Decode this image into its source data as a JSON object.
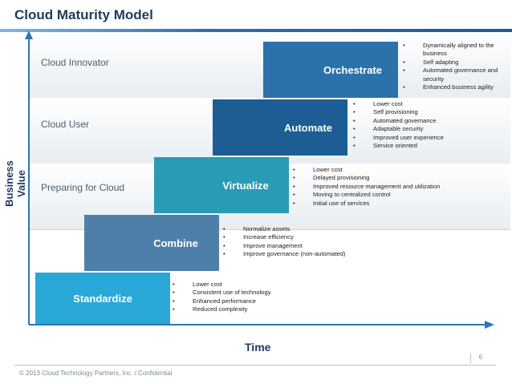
{
  "title": "Cloud Maturity Model",
  "y_axis_label": "Business Value",
  "x_axis_label": "Time",
  "bands": [
    {
      "label": "Cloud Innovator"
    },
    {
      "label": "Cloud User"
    },
    {
      "label": "Preparing for Cloud"
    }
  ],
  "steps": [
    {
      "label": "Standardize",
      "color": "#29a8d8",
      "bullets": [
        "Lower cost",
        "Consistent use of technology",
        "Enhanced performance",
        "Reduced complexity"
      ]
    },
    {
      "label": "Combine",
      "color": "#4d7fa8",
      "bullets": [
        "Normalize assets",
        "Increase efficiency",
        "Improve management",
        "Improve governance (non-automated)"
      ]
    },
    {
      "label": "Virtualize",
      "color": "#2a9bb4",
      "bullets": [
        "Lower cost",
        "Delayed provisioning",
        "Improved resource management and utilization",
        "Moving to centralized control",
        "Initial use of services"
      ]
    },
    {
      "label": "Automate",
      "color": "#1c5e93",
      "bullets": [
        "Lower cost",
        "Self provisioning",
        "Automated governance",
        "Adaptable security",
        "Improved user experience",
        "Service oriented"
      ]
    },
    {
      "label": "Orchestrate",
      "color": "#2b72ad",
      "bullets": [
        "Dynamically aligned to the business",
        "Self adapting",
        "Automated governance and security",
        "Enhanced business agility"
      ]
    }
  ],
  "footer": "© 2013 Cloud Technology Partners, Inc. / Confidential",
  "page_number": "6"
}
